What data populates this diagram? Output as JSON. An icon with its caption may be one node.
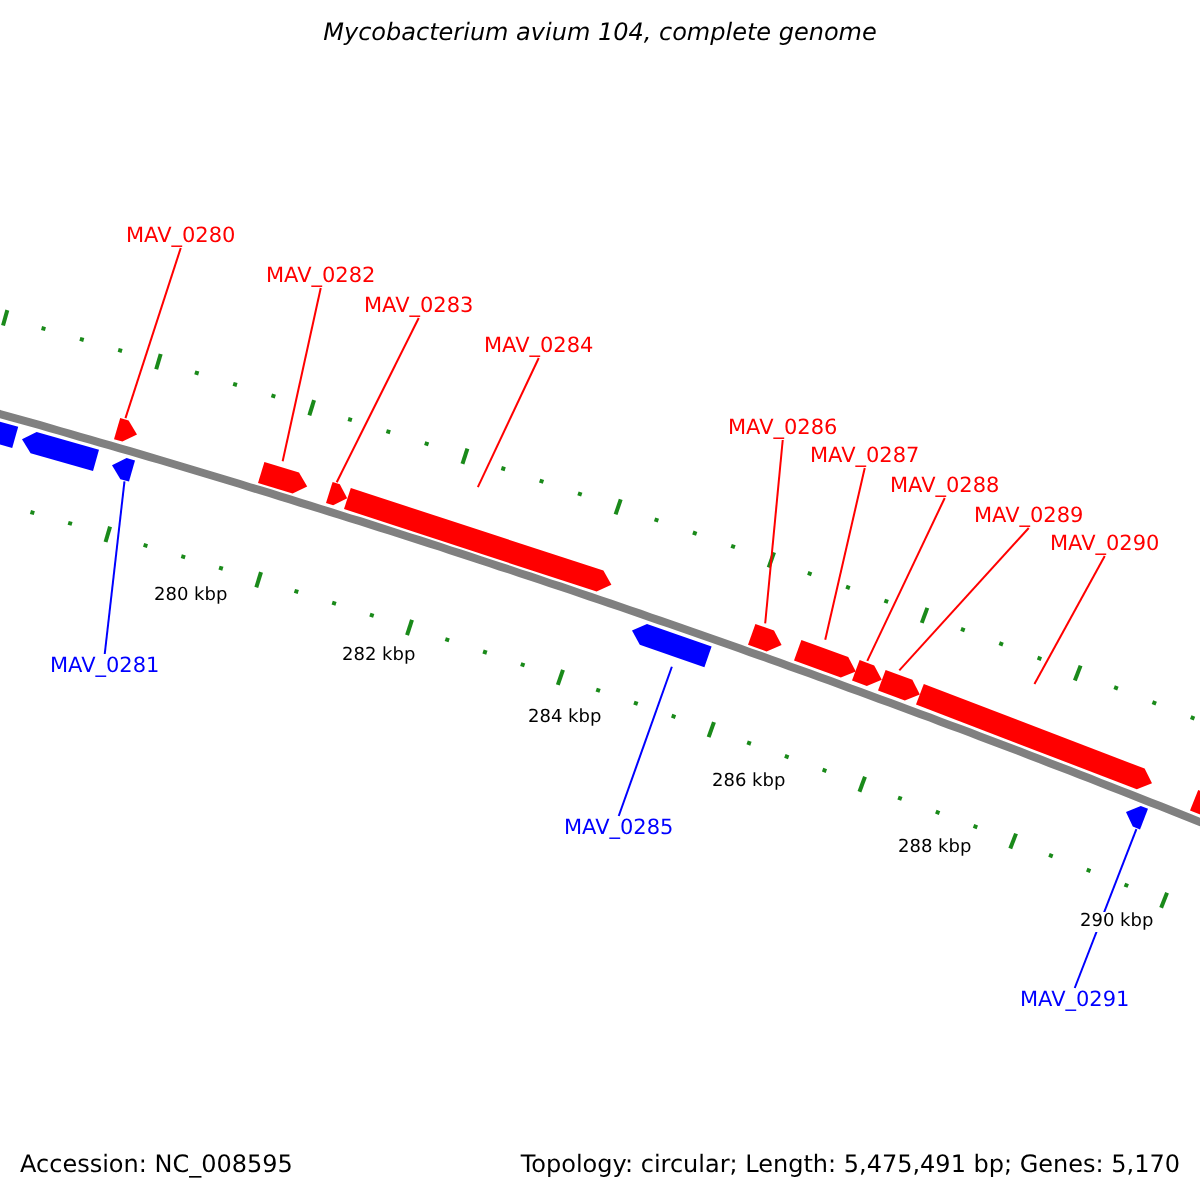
{
  "diagram": {
    "title": "Mycobacterium avium 104, complete genome",
    "nodes": [
      {
        "text": [
          "MAV_0280"
        ]
      },
      {
        "text": [
          "MAV_0281"
        ]
      },
      {
        "text": [
          "MAV_0282"
        ]
      },
      {
        "text": [
          "MAV_0283"
        ]
      },
      {
        "text": [
          "MAV_0284"
        ]
      },
      {
        "text": [
          "MAV_0285"
        ]
      },
      {
        "text": [
          "MAV_0286"
        ]
      },
      {
        "text": [
          "MAV_0287"
        ]
      },
      {
        "text": [
          "MAV_0288"
        ]
      },
      {
        "text": [
          "MAV_0289"
        ]
      },
      {
        "text": [
          "MAV_0290"
        ]
      },
      {
        "text": [
          "MAV_0291"
        ]
      },
      {
        "text": [],
        "shape": "bar"
      },
      {
        "text": [],
        "shape": "bar"
      },
      {
        "text": [],
        "shape": "bar"
      },
      {
        "text": [],
        "shape": "bar"
      },
      {
        "text": [],
        "shape": "bar"
      },
      {
        "text": [],
        "shape": "bar"
      },
      {
        "text": [],
        "shape": "bar"
      },
      {
        "text": [],
        "shape": "bar"
      },
      {
        "text": [],
        "shape": "bar"
      },
      {
        "text": [],
        "shape": "bar"
      },
      {
        "text": [],
        "shape": "bar"
      },
      {
        "text": [],
        "shape": "bar"
      },
      {
        "text": [],
        "shape": "bar"
      },
      {
        "text": [],
        "shape": "bar"
      },
      {
        "text": [],
        "shape": "bar"
      }
    ],
    "edges": [
      {
        "from": 0,
        "to": 14,
        "arrow": "none"
      },
      {
        "from": 1,
        "to": 15,
        "arrow": "none",
        "color": "#0000ff"
      },
      {
        "from": 2,
        "to": 16,
        "arrow": "none"
      },
      {
        "from": 3,
        "to": 17,
        "arrow": "none"
      },
      {
        "from": 4,
        "to": 18,
        "arrow": "none"
      },
      {
        "from": 5,
        "to": 19,
        "arrow": "none",
        "color": "#0000ff"
      },
      {
        "from": 6,
        "to": 20,
        "arrow": "none"
      },
      {
        "from": 7,
        "to": 21,
        "arrow": "none"
      },
      {
        "from": 8,
        "to": 22,
        "arrow": "none"
      },
      {
        "from": 9,
        "to": 23,
        "arrow": "none"
      },
      {
        "from": 10,
        "to": 24,
        "arrow": "none"
      },
      {
        "from": 11,
        "to": 25,
        "arrow": "none",
        "color": "#0000ff"
      }
    ],
    "labels": [
      "280 kbp",
      "282 kbp",
      "284 kbp",
      "286 kbp",
      "288 kbp",
      "290 kbp",
      "Accession: NC_008595",
      "Topology: circular; Length: 5,475,491 bp; Genes: 5,170"
    ]
  }
}
